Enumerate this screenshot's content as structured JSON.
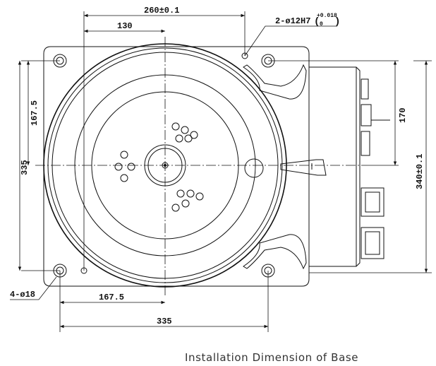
{
  "dimensions": {
    "top_width": "260±0.1",
    "top_half": "130",
    "pin_holes": "2-ø12H7",
    "pin_tol_upper": "+0.018",
    "pin_tol_lower": "0",
    "left_half_height": "167.5",
    "left_height": "335",
    "right_upper": "170",
    "right_height": "340±0.1",
    "mount_holes": "4-ø18",
    "bottom_half": "167.5",
    "bottom_width": "335"
  },
  "caption": "Installation Dimension of Base"
}
